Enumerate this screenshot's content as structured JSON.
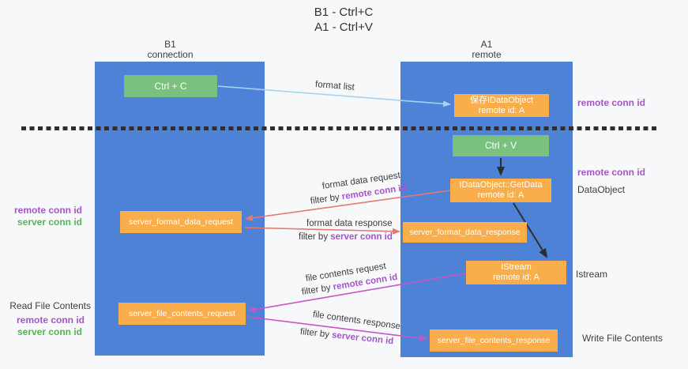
{
  "title": {
    "line1": "B1 - Ctrl+C",
    "line2": "A1 - Ctrl+V"
  },
  "columns": {
    "left": {
      "header_line1": "B1",
      "header_line2": "connection"
    },
    "right": {
      "header_line1": "A1",
      "header_line2": "remote"
    }
  },
  "boxes": {
    "ctrl_c": {
      "label": "Ctrl + C"
    },
    "saved_idataobject": {
      "line1": "保存IDataObject",
      "line2": "remote id: A"
    },
    "ctrl_v": {
      "label": "Ctrl + V"
    },
    "idataobject_getdata": {
      "line1": "IDataObject::GetData",
      "line2": "remote id: A"
    },
    "server_format_data_request": {
      "label": "server_format_data_request"
    },
    "server_format_data_response": {
      "label": "server_format_data_response"
    },
    "istream": {
      "line1": "IStream",
      "line2": "remote id: A"
    },
    "server_file_contents_request": {
      "label": "server_file_contents_request"
    },
    "server_file_contents_response": {
      "label": "server_file_contents_response"
    }
  },
  "arrow_labels": {
    "format_list": "format list",
    "format_data_request": "format data request",
    "format_data_response": "format data response",
    "file_contents_request": "file contents request",
    "file_contents_response": "file contents response",
    "filter_by": "filter by ",
    "remote_conn_id": "remote conn id",
    "server_conn_id": "server conn id"
  },
  "side_labels": {
    "right_remote_conn_id_top": "remote conn id",
    "right_remote_conn_id_mid": "remote conn id",
    "dataobject": "DataObject",
    "istream": "Istream",
    "write_file_contents": "Write File Contents",
    "left_remote_conn_id_top": "remote conn id",
    "left_server_conn_id_top": "server conn id",
    "read_file_contents": "Read File Contents",
    "left_remote_conn_id_bottom": "remote conn id",
    "left_server_conn_id_bottom": "server conn id"
  },
  "colors": {
    "background": "#f7f8fa",
    "column_blue": "#4d82d7",
    "box_green": "#7ac17e",
    "box_orange": "#f9ae4b",
    "arrow_light_blue": "#a8d3f0",
    "arrow_red": "#e87671",
    "arrow_magenta": "#c855c3",
    "arrow_black": "#2e2e2e",
    "text_purple": "#a455c8",
    "text_green": "#57b25b",
    "text_dark": "#3d3d3d"
  }
}
